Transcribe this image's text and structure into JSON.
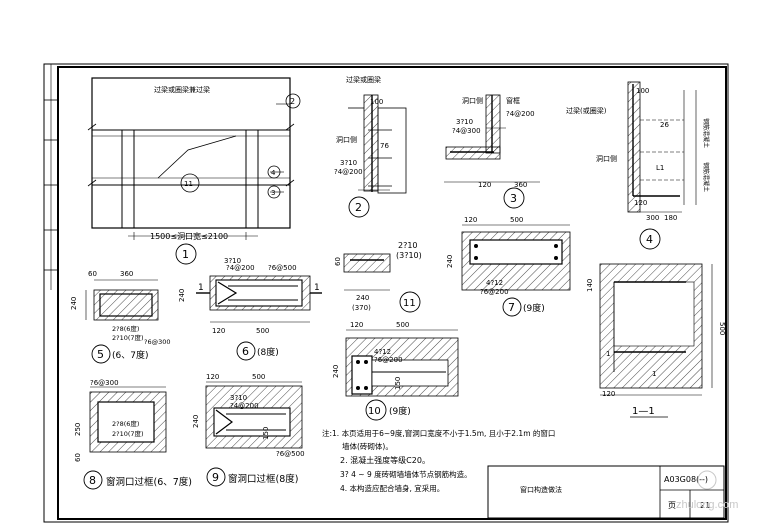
{
  "labels": {
    "d1_beam": "过梁或圈梁兼过梁",
    "d1_dim": "1500≤洞口宽≤2100",
    "d1_num": "1",
    "c11": "11",
    "c2": "2",
    "c4a": "4",
    "c3a": "3",
    "d2_title": "过梁或圈梁",
    "d2_100": "100",
    "d2_opening": "洞口侧",
    "d2_76": "76",
    "d2_3710": "3?10",
    "d2_spacing": "?4@200",
    "d2_num": "2",
    "d3_opening": "洞口侧",
    "d3_wall": "窗框",
    "d3_spacing_a": "?4@200",
    "d3_3710": "3?10",
    "d3_spacing_b": "?4@300",
    "d3_120": "120",
    "d3_360": "360",
    "d3_num": "3",
    "d4_beam": "过梁(或圈梁)",
    "d4_100": "100",
    "d4_26": "26",
    "d4_opening": "洞口侧",
    "d4_L1": "L1",
    "d4_120": "120",
    "d4_300": "300",
    "d4_180": "180",
    "d4_side_a": "钢筋混凝土",
    "d4_side_b": "钢筋混凝土",
    "d4_num": "4",
    "d5_60": "60",
    "d5_360": "360",
    "d5_240": "240",
    "d5_2f6": "2?8(6度)",
    "d5_2f7": "2?10(7度)",
    "d5_sp": "?6@300",
    "d5_num": "5",
    "d5_cap": "(6、7度)",
    "d6_3710": "3?10",
    "d6_sp1": "?4@200",
    "d6_sp2": "?6@500",
    "d6_240": "240",
    "d6_1": "1",
    "d6_120": "120",
    "d6_500": "500",
    "d6_num": "6",
    "d6_cap": "(8度)",
    "d7_120": "120",
    "d7_500": "500",
    "d7_240": "240",
    "d7_4712": "4?12",
    "d7_sp": "?6@200",
    "d7_num": "7",
    "d7_cap": "(9度)",
    "d10_120": "120",
    "d10_500": "500",
    "d10_4712": "4?12",
    "d10_sp": "?6@200",
    "d10_240": "240",
    "d10_150": "150",
    "d10_num": "10",
    "d10_cap": "(9度)",
    "d11_2710": "2?10",
    "d11_3710": "(3?10)",
    "d11_60": "60",
    "d11_240": "240",
    "d11_370": "(370)",
    "d11_num": "11",
    "d8_sp": "?6@300",
    "d8_2f6": "2?8(6度)",
    "d8_2f7": "2?10(7度)",
    "d8_250": "250",
    "d8_60": "60",
    "d8_num": "8",
    "d8_cap": "窗洞口过框(6、7度)",
    "d9_120": "120",
    "d9_500": "500",
    "d9_3710": "3?10",
    "d9_sp1": "?4@200",
    "d9_240": "240",
    "d9_150": "150",
    "d9_sp2": "?6@500",
    "d9_num": "9",
    "d9_cap": "窗洞口过框(8度)",
    "s11_140": "140",
    "s11_500": "500",
    "s11_120": "120",
    "s11_1": "1",
    "s11_cap": "1—1",
    "note1": "注:1. 本页适用于6~9度,窗洞口宽度不小于1.5m, 且小于2.1m 的窗口",
    "note1b": "墙体(砖砌体)。",
    "note2": "2. 混凝土强度等级C20。",
    "note3": "3? 4 ~ 9 度砖砌墙墙体节点钢筋构造。",
    "note4": "4. 本构造应配合墙身, 宜采用。",
    "title_name": "窗口构造做法",
    "drawing_code": "A03G08(--)",
    "page_label": "页",
    "page_no": "21",
    "watermark": "zhulong.com"
  }
}
